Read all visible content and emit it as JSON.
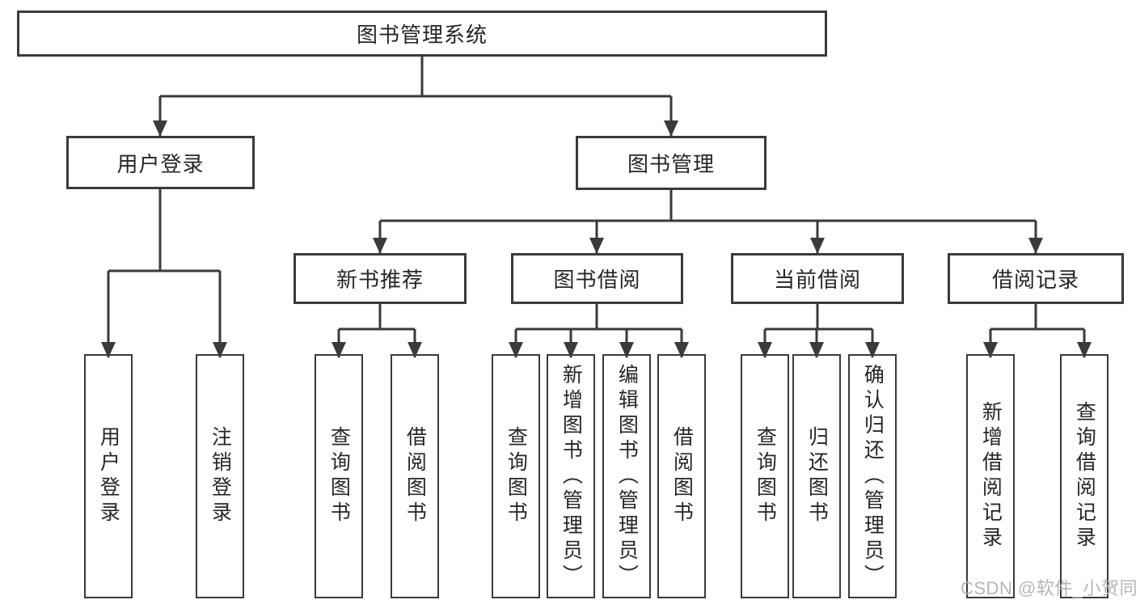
{
  "diagram_title": "图书管理系统",
  "colors": {
    "line": "#3a3a3a",
    "box_border": "#3a3a3a",
    "text": "#262626",
    "watermark": "#b5b5b5",
    "background": "#ffffff"
  },
  "tree": {
    "root": {
      "label": "图书管理系统"
    },
    "branches": [
      {
        "label": "用户登录",
        "children": [
          {
            "label": "用户登录"
          },
          {
            "label": "注销登录"
          }
        ]
      },
      {
        "label": "图书管理",
        "children": [
          {
            "label": "新书推荐",
            "children": [
              {
                "label": "查询图书"
              },
              {
                "label": "借阅图书"
              }
            ]
          },
          {
            "label": "图书借阅",
            "children": [
              {
                "label": "查询图书"
              },
              {
                "label": "新增图书（管理员）"
              },
              {
                "label": "编辑图书（管理员）"
              },
              {
                "label": "借阅图书"
              }
            ]
          },
          {
            "label": "当前借阅",
            "children": [
              {
                "label": "查询图书"
              },
              {
                "label": "归还图书"
              },
              {
                "label": "确认归还（管理员）"
              }
            ]
          },
          {
            "label": "借阅记录",
            "children": [
              {
                "label": "新增借阅记录"
              },
              {
                "label": "查询借阅记录"
              }
            ]
          }
        ]
      }
    ]
  },
  "watermark": {
    "text": "CSDN @软件_小贺同学"
  }
}
